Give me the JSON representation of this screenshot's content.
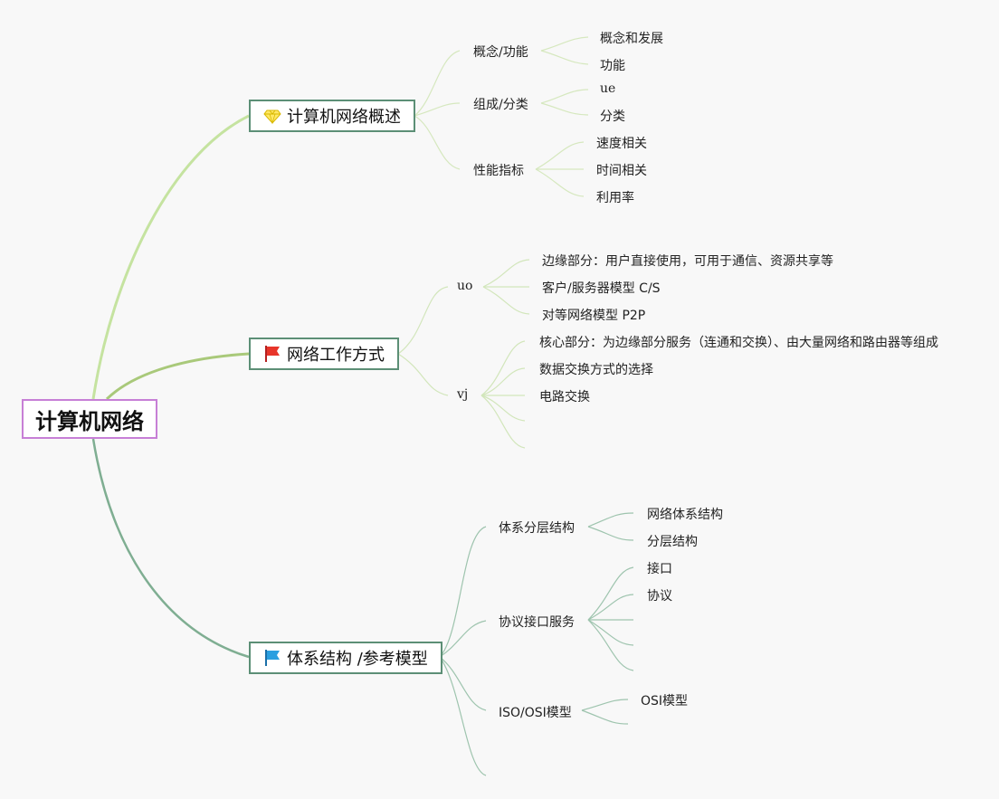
{
  "root": {
    "label": "计算机网络"
  },
  "branches": [
    {
      "label": "计算机网络概述",
      "icon": "diamond-icon",
      "children": [
        {
          "label": "概念/功能",
          "children": [
            "概念和发展",
            "功能"
          ]
        },
        {
          "label": "组成/分类",
          "children": [
            "ue",
            "分类"
          ]
        },
        {
          "label": "性能指标",
          "children": [
            "速度相关",
            "时间相关",
            "利用率"
          ]
        }
      ]
    },
    {
      "label": "网络工作方式",
      "icon": "red-flag-icon",
      "children": [
        {
          "label": "uo",
          "children": [
            "边缘部分：用户直接使用，可用于通信、资源共享等",
            "客户/服务器模型 C/S",
            "对等网络模型 P2P"
          ]
        },
        {
          "label": "vj",
          "children": [
            "核心部分：为边缘部分服务（连通和交换）、由大量网络和路由器等组成",
            "数据交换方式的选择",
            "电路交换",
            "",
            ""
          ]
        }
      ]
    },
    {
      "label": "体系结构 /参考模型",
      "icon": "blue-flag-icon",
      "children": [
        {
          "label": "体系分层结构",
          "children": [
            "网络体系结构",
            "分层结构"
          ]
        },
        {
          "label": "协议接口服务",
          "children": [
            "接口",
            "协议",
            "",
            "",
            ""
          ]
        },
        {
          "label": "ISO/OSI模型",
          "children": [
            "OSI模型",
            ""
          ]
        },
        {
          "label": "",
          "children": []
        }
      ]
    }
  ],
  "colors": {
    "root_border": "#c77fd6",
    "branch_border": "#5c8f76",
    "link_branch1": "#bfe19a",
    "link_branch2": "#a9c97a",
    "link_branch3": "#7fae92"
  }
}
